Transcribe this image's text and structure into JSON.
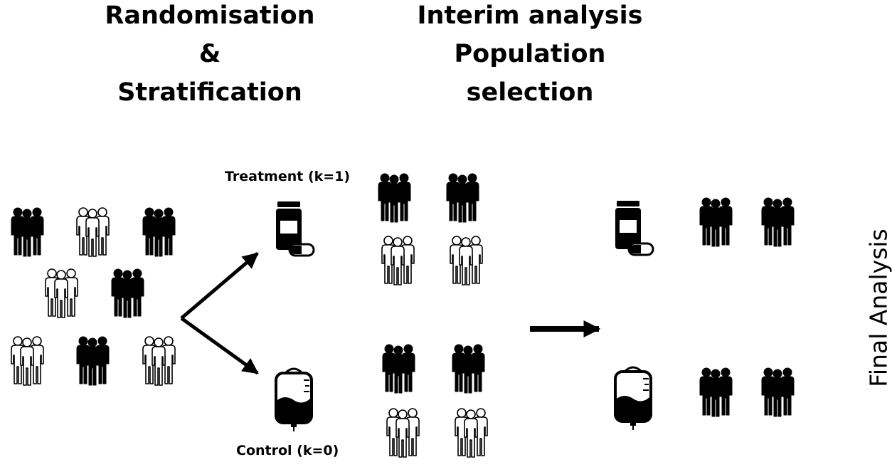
{
  "headings": {
    "randomisation": [
      "Randomisation",
      "&",
      "Stratification"
    ],
    "interim": [
      "Interim analysis",
      "Population",
      "selection"
    ]
  },
  "labels": {
    "treatment": "Treatment (k=1)",
    "control": "Control (k=0)",
    "final": "Final Analysis"
  },
  "icons": {
    "person": "person-icon",
    "pill_bottle": "pill-bottle-icon",
    "iv_bag": "iv-bag-icon",
    "arrow": "arrow-icon"
  },
  "colors": {
    "filled": "#000000",
    "outline": "#000000",
    "background": "#ffffff"
  }
}
